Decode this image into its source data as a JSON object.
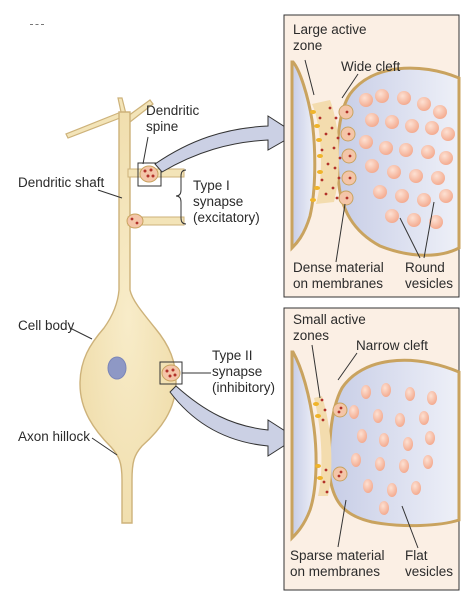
{
  "neuron": {
    "dendritic_spine": [
      "Dendritic",
      "spine"
    ],
    "dendritic_shaft": "Dendritic shaft",
    "cell_body": "Cell body",
    "axon_hillock": "Axon hillock",
    "type1": [
      "Type I",
      "synapse",
      "(excitatory)"
    ],
    "type2": [
      "Type II",
      "synapse",
      "(inhibitory)"
    ]
  },
  "panel_type1": {
    "active_zone": [
      "Large active",
      "zone"
    ],
    "cleft": "Wide cleft",
    "material": [
      "Dense material",
      "on membranes"
    ],
    "vesicles": [
      "Round",
      "vesicles"
    ]
  },
  "panel_type2": {
    "active_zone": [
      "Small active",
      "zones"
    ],
    "cleft": "Narrow cleft",
    "material": [
      "Sparse material",
      "on membranes"
    ],
    "vesicles": [
      "Flat",
      "vesicles"
    ]
  },
  "colors": {
    "cell_fill": "#f3e4b8",
    "cell_stroke": "#cdb27a",
    "panel_bg": "#fbefe4",
    "terminal_fill": "#d8dded",
    "terminal_stroke": "#c9a35f",
    "vesicle": "#f6b49c",
    "nucleus": "#8e98c5",
    "arrow_fill": "#cbd0e4"
  }
}
